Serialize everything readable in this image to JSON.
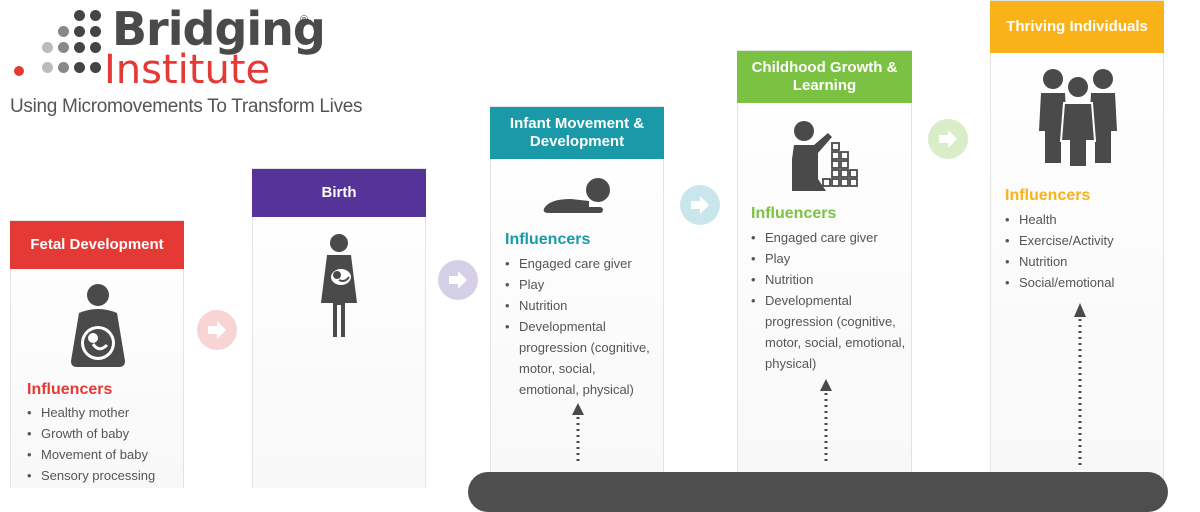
{
  "logo": {
    "word1": "Bridging",
    "word2": "Institute",
    "reg": "®",
    "tagline": "Using Micromovements To Transform Lives"
  },
  "columns": [
    {
      "title": "Fetal Development",
      "color": "#e53935",
      "influencers_label": "Influencers",
      "items": [
        "Healthy mother",
        "Growth of baby",
        "Movement of baby",
        "Sensory processing"
      ]
    },
    {
      "title": "Birth",
      "color": "#553399"
    },
    {
      "title": "Infant Movement & Development",
      "color": "#1a9aa8",
      "influencers_label": "Influencers",
      "items": [
        "Engaged care giver",
        "Play",
        "Nutrition",
        "Developmental progression (cognitive, motor, social, emotional, physical)"
      ]
    },
    {
      "title": "Childhood Growth & Learning",
      "color": "#7cc242",
      "influencers_label": "Influencers",
      "items": [
        "Engaged care giver",
        "Play",
        "Nutrition",
        "Developmental progression (cognitive, motor, social, emotional, physical)"
      ]
    },
    {
      "title": "Thriving Individuals",
      "color": "#f9b218",
      "influencers_label": "Influencers",
      "items": [
        "Health",
        "Exercise/Activity",
        "Nutrition",
        "Social/emotional"
      ]
    }
  ],
  "arrow_colors": [
    "#f8d4d4",
    "#d6cfe8",
    "#c8e6ec",
    "#d8edc8"
  ]
}
